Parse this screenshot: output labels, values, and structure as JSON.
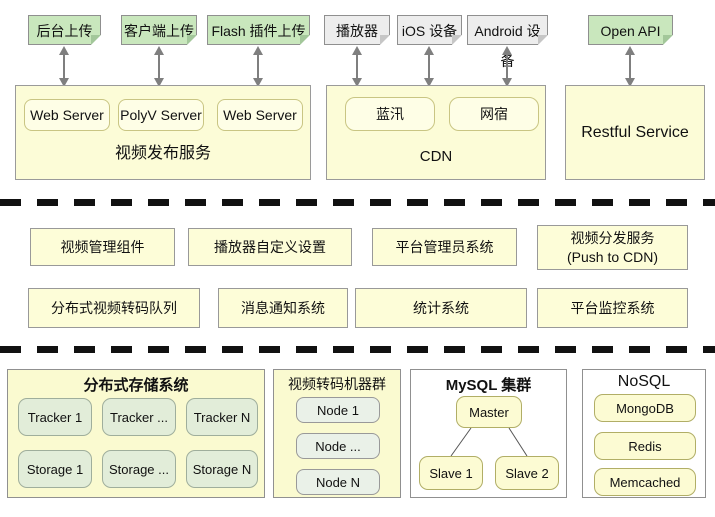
{
  "top": {
    "sticky_notes": [
      {
        "label": "后台上传",
        "type": "green"
      },
      {
        "label": "客户端上传",
        "type": "green"
      },
      {
        "label": "Flash 插件上传",
        "type": "green"
      },
      {
        "label": "播放器",
        "type": "gray"
      },
      {
        "label": "iOS 设备",
        "type": "gray"
      },
      {
        "label": "Android 设备",
        "type": "gray"
      },
      {
        "label": "Open API",
        "type": "green"
      }
    ],
    "publish": {
      "title": "视频发布服务",
      "servers": [
        "Web Server",
        "PolyV Server",
        "Web Server"
      ]
    },
    "cdn": {
      "title": "CDN",
      "providers": [
        "蓝汛",
        "网宿"
      ]
    },
    "restful": {
      "title": "Restful Service"
    }
  },
  "middle": {
    "row1": [
      {
        "label": "视频管理组件"
      },
      {
        "label": "播放器自定义设置"
      },
      {
        "label": "平台管理员系统"
      },
      {
        "label": "视频分发服务\n(Push to CDN)"
      }
    ],
    "row2": [
      {
        "label": "分布式视频转码队列"
      },
      {
        "label": "消息通知系统"
      },
      {
        "label": "统计系统"
      },
      {
        "label": "平台监控系统"
      }
    ]
  },
  "bottom": {
    "storage": {
      "title": "分布式存储系统",
      "nodes": [
        "Tracker 1",
        "Tracker ...",
        "Tracker N",
        "Storage 1",
        "Storage ...",
        "Storage N"
      ]
    },
    "transcode": {
      "title": "视频转码机器群",
      "nodes": [
        "Node 1",
        "Node ...",
        "Node N"
      ]
    },
    "mysql": {
      "title": "MySQL 集群",
      "master": "Master",
      "slaves": [
        "Slave 1",
        "Slave 2"
      ]
    },
    "nosql": {
      "title": "NoSQL",
      "nodes": [
        "MongoDB",
        "Redis",
        "Memcached"
      ]
    }
  },
  "colors": {
    "sticky_green": "#c9e7bd",
    "sticky_gray": "#ededed",
    "panel_yellow": "#fcfcd7",
    "node_green": "#e2edd9",
    "node_yellow": "#fcfbd3",
    "border_gray": "#999999",
    "border_olive": "#b1ae66",
    "arrow_gray": "#7f7f7f",
    "dash_black": "#111111"
  }
}
